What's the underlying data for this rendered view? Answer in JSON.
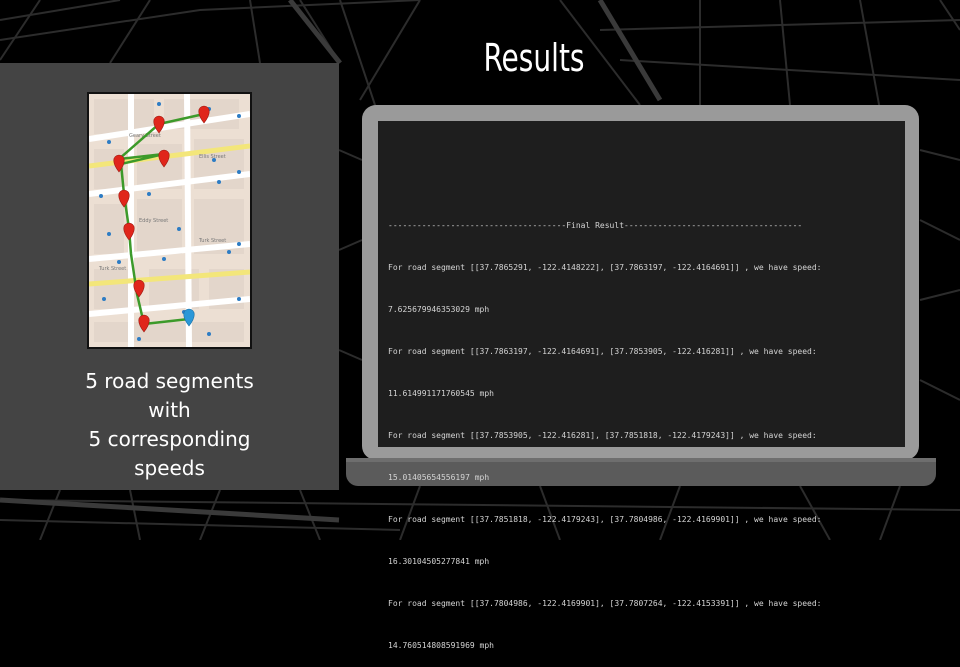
{
  "slide": {
    "title": "Results",
    "caption": [
      "5 road segments",
      "with",
      "5 corresponding",
      "speeds"
    ],
    "colors": {
      "background": "#000000",
      "panel": "#444444",
      "laptop_frame": "#9a9a9a",
      "screen": "#1e1e1e",
      "console_text": "#d4d4d4",
      "route": "#3c9a2a",
      "marker_red": "#e0261b",
      "marker_blue": "#2a97d8"
    }
  },
  "map_thumbnail": {
    "icon": "route-map-icon",
    "street_labels": [
      "Geary Street",
      "Ellis Street",
      "Eddy Street",
      "Turk Street",
      "Turk Street"
    ]
  },
  "console": {
    "header": "-------------------------------------Final Result-------------------------------------",
    "lines": [
      "For road segment [[37.7865291, -122.4148222], [37.7863197, -122.4164691]] , we have speed:",
      "7.625679946353029 mph",
      "For road segment [[37.7863197, -122.4164691], [37.7853905, -122.416281]] , we have speed:",
      "11.614991171760545 mph",
      "For road segment [[37.7853905, -122.416281], [37.7851818, -122.4179243]] , we have speed:",
      "15.01405654556197 mph",
      "For road segment [[37.7851818, -122.4179243], [37.7804986, -122.4169901]] , we have speed:",
      "16.30104505277841 mph",
      "For road segment [[37.7804986, -122.4169901], [37.7807264, -122.4153391]] , we have speed:",
      "14.760514808591969 mph"
    ]
  }
}
